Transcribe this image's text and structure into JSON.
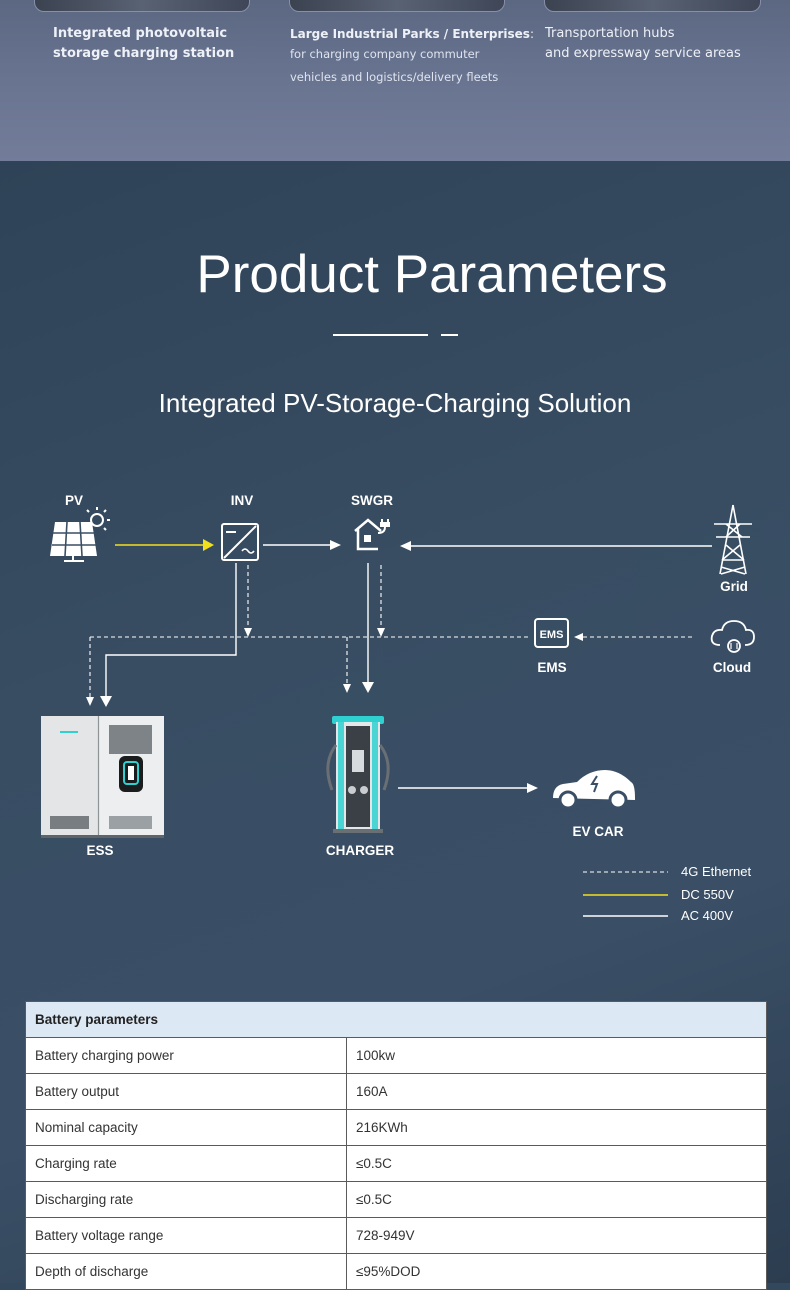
{
  "top_captions": [
    {
      "line1": "Integrated photovoltaic",
      "line2": "storage charging station"
    },
    {
      "title": "Large Industrial Parks / Enterprises",
      "colon": ":",
      "line2": "for charging company commuter",
      "line3": "vehicles and logistics/delivery fleets"
    },
    {
      "line1": "Transportation hubs",
      "line2": "and expressway service areas"
    }
  ],
  "section_title": "Product Parameters",
  "subtitle": "Integrated PV-Storage-Charging Solution",
  "diagram": {
    "labels": {
      "pv": "PV",
      "inv": "INV",
      "swgr": "SWGR",
      "grid": "Grid",
      "ems": "EMS",
      "ems_badge": "EMS",
      "cloud": "Cloud",
      "ess": "ESS",
      "charger": "CHARGER",
      "ev_car": "EV CAR"
    },
    "legend": [
      {
        "label": "4G Ethernet",
        "style": "dashed",
        "color": "#ffffff"
      },
      {
        "label": "DC 550V",
        "style": "solid",
        "color": "#f2e01c"
      },
      {
        "label": "AC 400V",
        "style": "solid",
        "color": "#ffffff"
      }
    ],
    "colors": {
      "dc_line": "#f2e01c",
      "ac_line": "#ffffff",
      "charger_accent": "#2fd0d0"
    }
  },
  "table": {
    "header": "Battery parameters",
    "rows": [
      [
        "Battery charging power",
        "100kw"
      ],
      [
        "Battery output",
        "160A"
      ],
      [
        "Nominal capacity",
        "216KWh"
      ],
      [
        "Charging rate",
        "≤0.5C"
      ],
      [
        "Discharging rate",
        "≤0.5C"
      ],
      [
        "Battery voltage range",
        "728-949V"
      ],
      [
        "Depth of discharge",
        "≤95%DOD"
      ]
    ]
  }
}
